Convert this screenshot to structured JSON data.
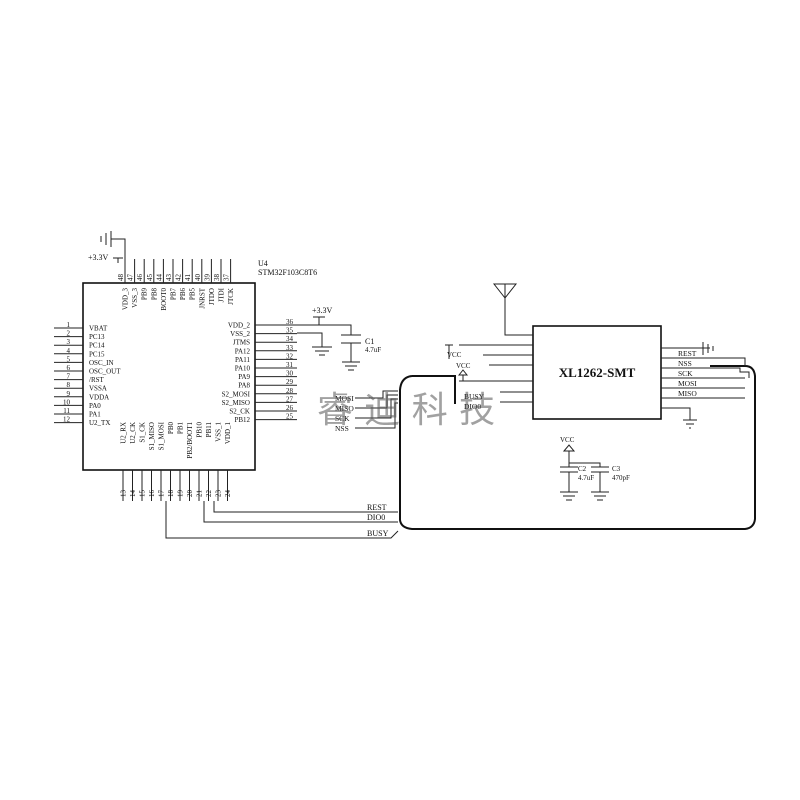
{
  "mcu": {
    "ref": "U4",
    "part": "STM32F103C8T6",
    "left_pins": [
      {
        "num": "1",
        "name": "VBAT"
      },
      {
        "num": "2",
        "name": "PC13"
      },
      {
        "num": "3",
        "name": "PC14"
      },
      {
        "num": "4",
        "name": "PC15"
      },
      {
        "num": "5",
        "name": "OSC_IN"
      },
      {
        "num": "6",
        "name": "OSC_OUT"
      },
      {
        "num": "7",
        "name": "/RST"
      },
      {
        "num": "8",
        "name": "VSSA"
      },
      {
        "num": "9",
        "name": "VDDA"
      },
      {
        "num": "10",
        "name": "PA0"
      },
      {
        "num": "11",
        "name": "PA1"
      },
      {
        "num": "12",
        "name": "U2_TX"
      }
    ],
    "right_pins": [
      {
        "num": "36",
        "name": "VDD_2"
      },
      {
        "num": "35",
        "name": "VSS_2"
      },
      {
        "num": "34",
        "name": "JTMS"
      },
      {
        "num": "33",
        "name": "PA12"
      },
      {
        "num": "32",
        "name": "PA11"
      },
      {
        "num": "31",
        "name": "PA10"
      },
      {
        "num": "30",
        "name": "PA9"
      },
      {
        "num": "29",
        "name": "PA8"
      },
      {
        "num": "28",
        "name": "S2_MOSI"
      },
      {
        "num": "27",
        "name": "S2_MISO"
      },
      {
        "num": "26",
        "name": "S2_CK"
      },
      {
        "num": "25",
        "name": "PB12"
      }
    ],
    "top_pins": [
      {
        "num": "48",
        "name": "VDD_3"
      },
      {
        "num": "47",
        "name": "VSS_3"
      },
      {
        "num": "46",
        "name": "PB9"
      },
      {
        "num": "45",
        "name": "PB8"
      },
      {
        "num": "44",
        "name": "BOOT0"
      },
      {
        "num": "43",
        "name": "PB7"
      },
      {
        "num": "42",
        "name": "PB6"
      },
      {
        "num": "41",
        "name": "PB5"
      },
      {
        "num": "40",
        "name": "JNRST"
      },
      {
        "num": "39",
        "name": "JTDO"
      },
      {
        "num": "38",
        "name": "JTDI"
      },
      {
        "num": "37",
        "name": "JTCK"
      }
    ],
    "bottom_pins": [
      {
        "num": "13",
        "name": "U2_RX"
      },
      {
        "num": "14",
        "name": "U2_CK"
      },
      {
        "num": "15",
        "name": "S1_CK"
      },
      {
        "num": "16",
        "name": "S1_MISO"
      },
      {
        "num": "17",
        "name": "S1_MOSI"
      },
      {
        "num": "18",
        "name": "PB0"
      },
      {
        "num": "19",
        "name": "PB1"
      },
      {
        "num": "20",
        "name": "PB2/BOOT1"
      },
      {
        "num": "21",
        "name": "PB10"
      },
      {
        "num": "22",
        "name": "PB11"
      },
      {
        "num": "23",
        "name": "VSS_1"
      },
      {
        "num": "24",
        "name": "VDD_1"
      }
    ]
  },
  "mcu_nets": {
    "mosi": "MOSI",
    "miso": "MISO",
    "sck": "SCK",
    "nss": "NSS"
  },
  "bus_nets": {
    "rest": "REST",
    "dio0": "DIO0",
    "busy": "BUSY"
  },
  "power": {
    "mcu_top": "+3.3V",
    "mcu_right": "+3.3V",
    "vcc_module": "VCC",
    "vcc_caps": "VCC"
  },
  "caps": {
    "c1_ref": "C1",
    "c1_val": "4.7uF",
    "c2_ref": "C2",
    "c2_val": "4.7uF",
    "c3_ref": "C3",
    "c3_val": "470pF"
  },
  "module": {
    "name": "XL1262-SMT",
    "right_labels": [
      "REST",
      "NSS",
      "SCK",
      "MOSI",
      "MISO"
    ],
    "left_labels": [
      "BUSY",
      "DIO0"
    ]
  },
  "watermark": "睿 迪 科 技"
}
